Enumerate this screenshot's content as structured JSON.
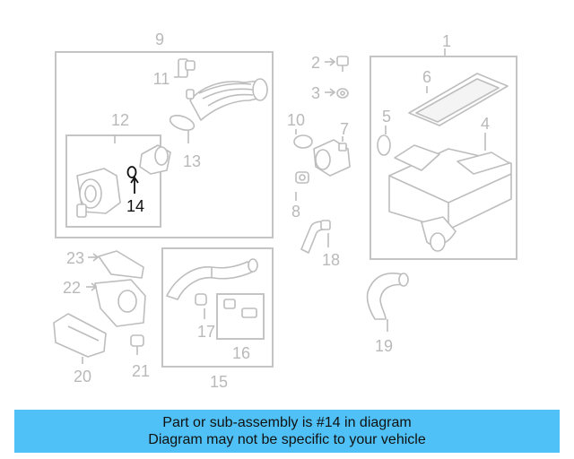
{
  "diagram": {
    "highlighted_part": "14",
    "callouts": {
      "n1": "1",
      "n2": "2",
      "n3": "3",
      "n4": "4",
      "n5": "5",
      "n6": "6",
      "n7": "7",
      "n8": "8",
      "n9": "9",
      "n10": "10",
      "n11": "11",
      "n12": "12",
      "n13": "13",
      "n14": "14",
      "n15": "15",
      "n16": "16",
      "n17": "17",
      "n18": "18",
      "n19": "19",
      "n20": "20",
      "n21": "21",
      "n22": "22",
      "n23": "23"
    }
  },
  "banner": {
    "line1": "Part or sub-assembly is #14 in diagram",
    "line2": "Diagram may not be specific to your vehicle",
    "color": "#4fc1f6"
  }
}
